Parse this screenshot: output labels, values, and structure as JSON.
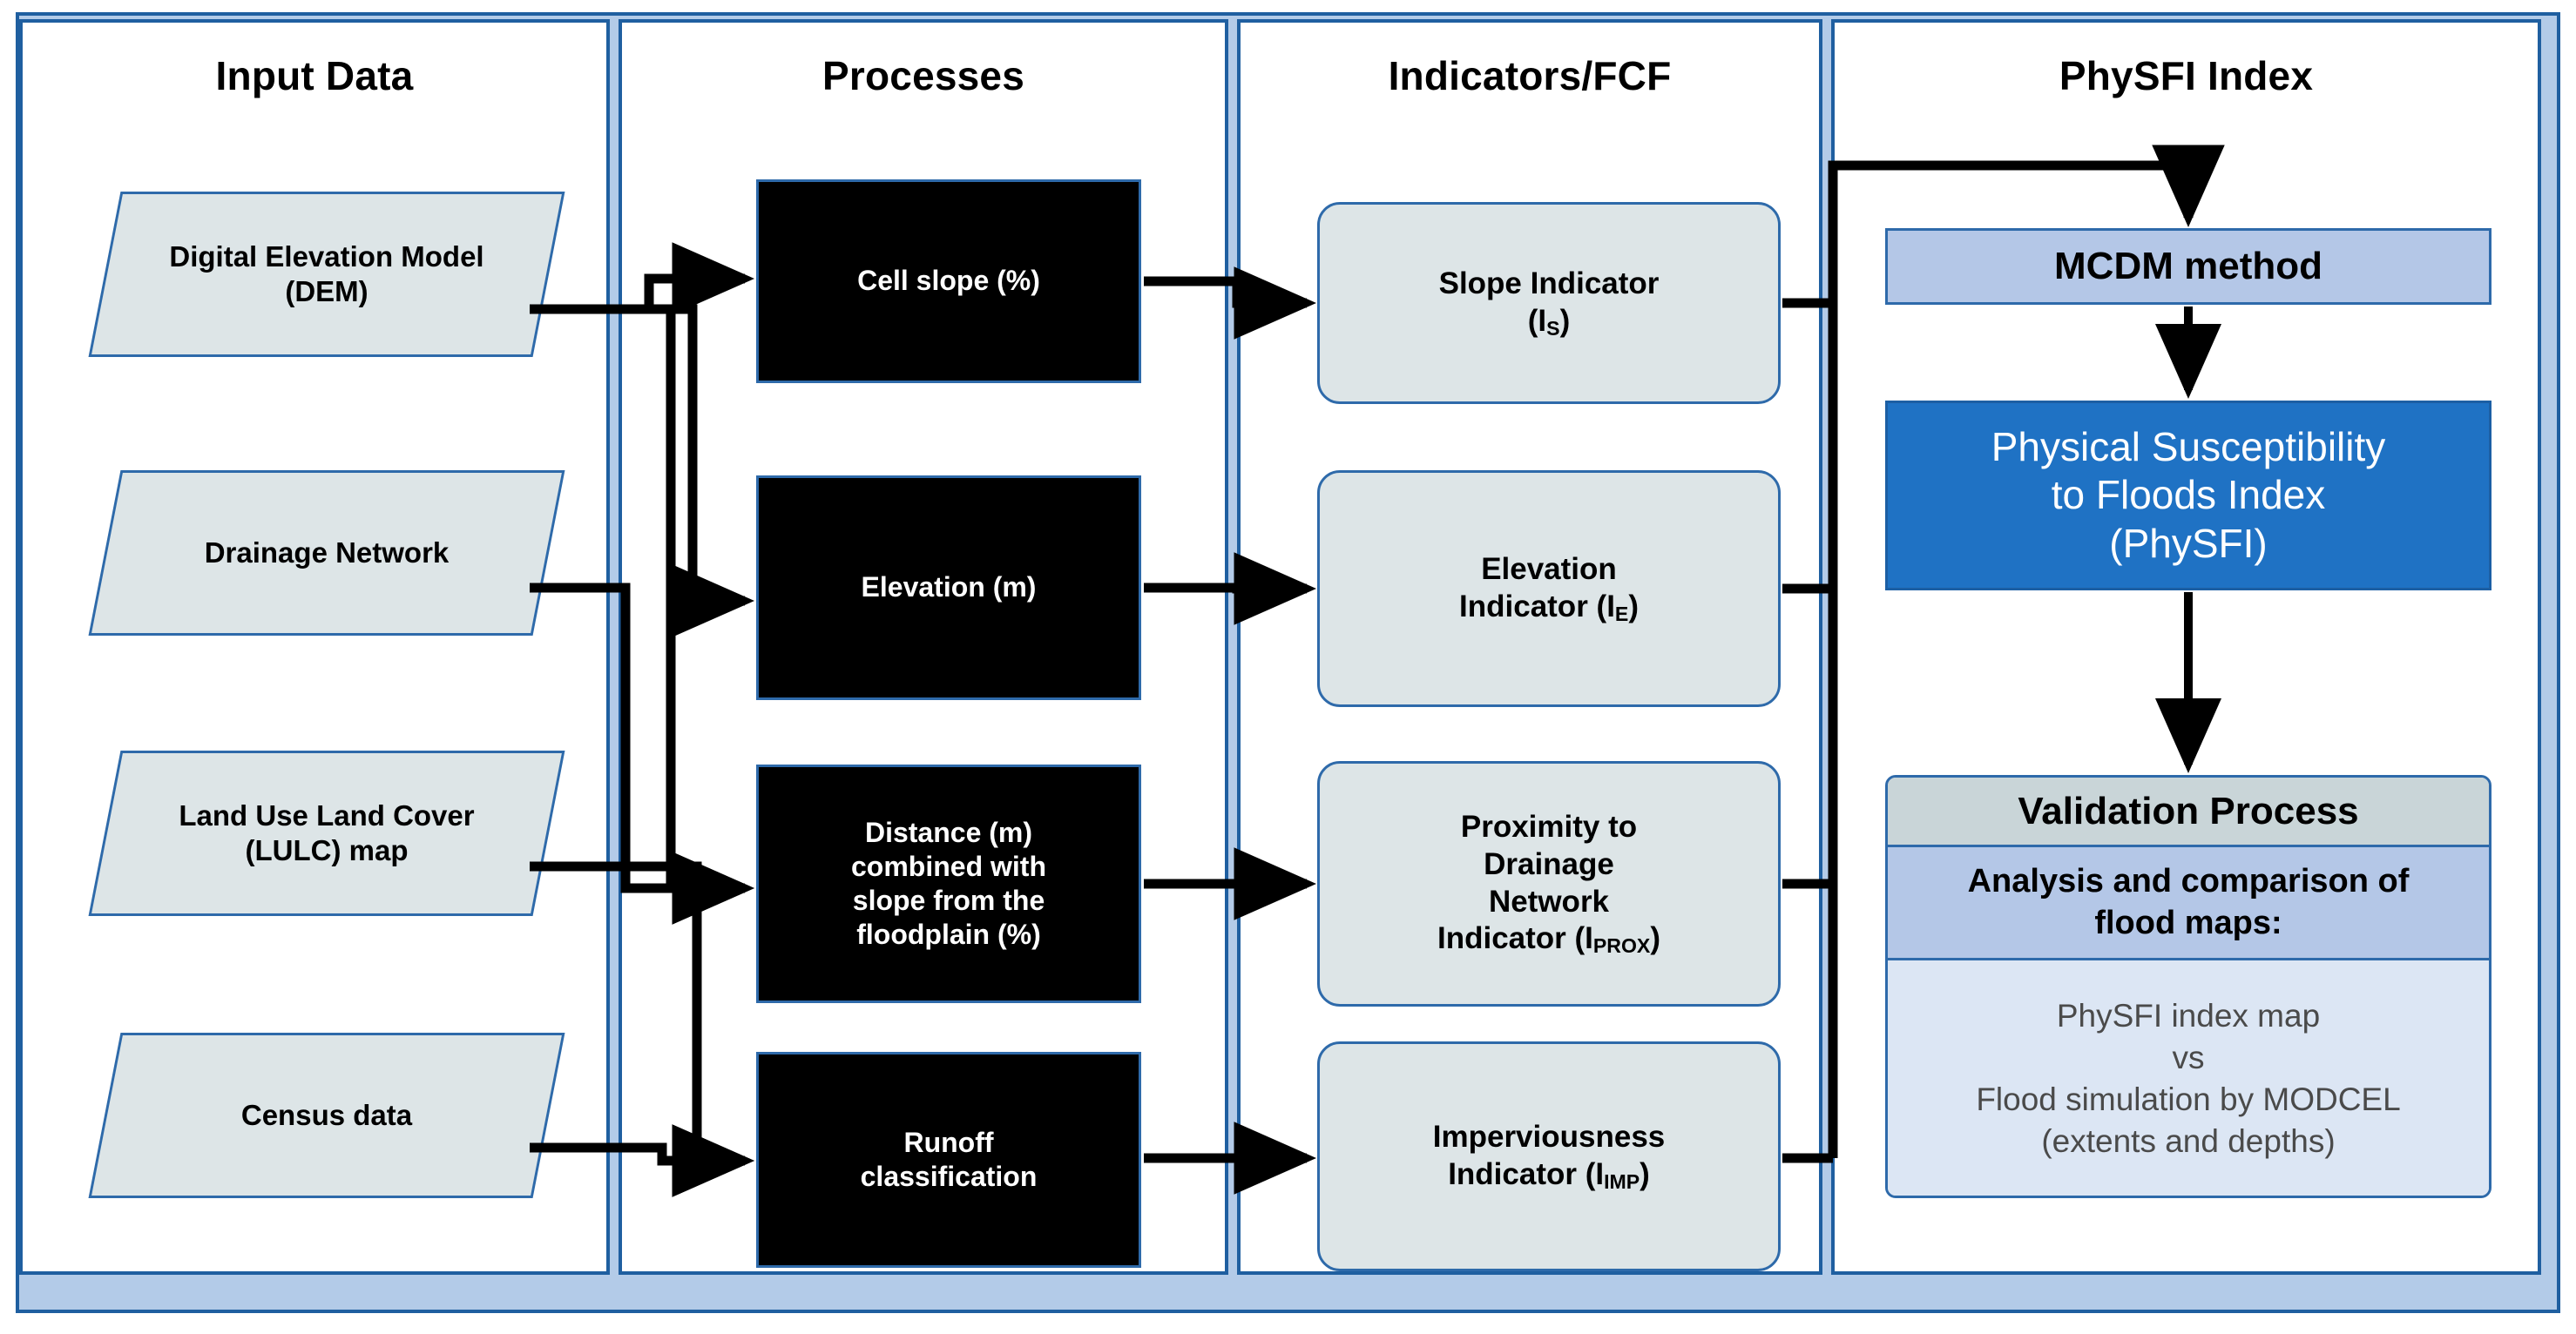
{
  "columns": [
    {
      "id": "input",
      "title": "Input Data"
    },
    {
      "id": "processes",
      "title": "Processes"
    },
    {
      "id": "indicators",
      "title": "Indicators/FCF"
    },
    {
      "id": "physfi",
      "title": "PhySFI Index"
    }
  ],
  "input_data": [
    {
      "label": "Digital\nElevation\nModel (DEM)"
    },
    {
      "label": "Drainage\nNetwork"
    },
    {
      "label": "Land Use\nLand Cover\n(LULC) map"
    },
    {
      "label": "Census data"
    }
  ],
  "processes": [
    {
      "label": "Cell slope (%)"
    },
    {
      "label": "Elevation (m)"
    },
    {
      "label": "Distance (m)\ncombined with\nslope from the\nfloodplain (%)"
    },
    {
      "label": "Runoff\nclassification"
    }
  ],
  "indicators": [
    {
      "main": "Slope Indicator",
      "paren_open": "(I",
      "sub": "S",
      "paren_close": ")",
      "layout": "two-line"
    },
    {
      "main": "Elevation",
      "line2": "Indicator (I",
      "sub": "E",
      "paren_close": ")",
      "layout": "two-line-inline"
    },
    {
      "main": "Proximity to\nDrainage\nNetwork",
      "line2": "Indicator (I",
      "sub": "PROX",
      "paren_close": ")",
      "layout": "multi"
    },
    {
      "main": "Imperviousness",
      "line2": "Indicator (I",
      "sub": "IMP",
      "paren_close": ")",
      "layout": "two-line-inline"
    }
  ],
  "physfi": {
    "mcdm_label": "MCDM method",
    "index_label": "Physical Susceptibility\nto Floods Index\n(PhySFI)",
    "validation": {
      "header": "Validation Process",
      "subheader": "Analysis and comparison of\nflood maps:",
      "body": "PhySFI index map\nvs\nFlood simulation by MODCEL\n(extents and depths)"
    }
  },
  "colors": {
    "frame_border": "#1f5fa0",
    "frame_fill": "#b3cbe8",
    "shape_fill": "#dde5e7",
    "shape_border": "#2e6aaa",
    "process_fill": "#000000",
    "process_text": "#ffffff",
    "mcdm_fill": "#b4c7e7",
    "index_fill": "#1f72c4",
    "index_text": "#ffffff",
    "validation_header_fill": "#c9d5d8",
    "validation_sub_fill": "#b4c7e7",
    "validation_body_fill": "#dce6f4",
    "connector": "#000000"
  },
  "connectors": [
    {
      "from": "Digital Elevation Model (DEM)",
      "to": "Cell slope (%)"
    },
    {
      "from": "Digital Elevation Model (DEM)",
      "to": "Elevation (m)"
    },
    {
      "from": "Digital Elevation Model (DEM)",
      "to": "Distance (m) combined with slope from the floodplain (%)"
    },
    {
      "from": "Drainage Network",
      "to": "Distance (m) combined with slope from the floodplain (%)"
    },
    {
      "from": "Land Use Land Cover (LULC) map",
      "to": "Runoff classification"
    },
    {
      "from": "Census data",
      "to": "Runoff classification"
    },
    {
      "from": "Cell slope (%)",
      "to": "Slope Indicator (IS)"
    },
    {
      "from": "Elevation (m)",
      "to": "Elevation Indicator (IE)"
    },
    {
      "from": "Distance (m) combined with slope from the floodplain (%)",
      "to": "Proximity to Drainage Network Indicator (IPROX)"
    },
    {
      "from": "Runoff classification",
      "to": "Imperviousness Indicator (IIMP)"
    },
    {
      "from": "Slope Indicator (IS)",
      "to": "MCDM method"
    },
    {
      "from": "Elevation Indicator (IE)",
      "to": "MCDM method"
    },
    {
      "from": "Proximity to Drainage Network Indicator (IPROX)",
      "to": "MCDM method"
    },
    {
      "from": "Imperviousness Indicator (IIMP)",
      "to": "MCDM method"
    },
    {
      "from": "MCDM method",
      "to": "Physical Susceptibility to Floods Index (PhySFI)"
    },
    {
      "from": "Physical Susceptibility to Floods Index (PhySFI)",
      "to": "Validation Process"
    }
  ]
}
